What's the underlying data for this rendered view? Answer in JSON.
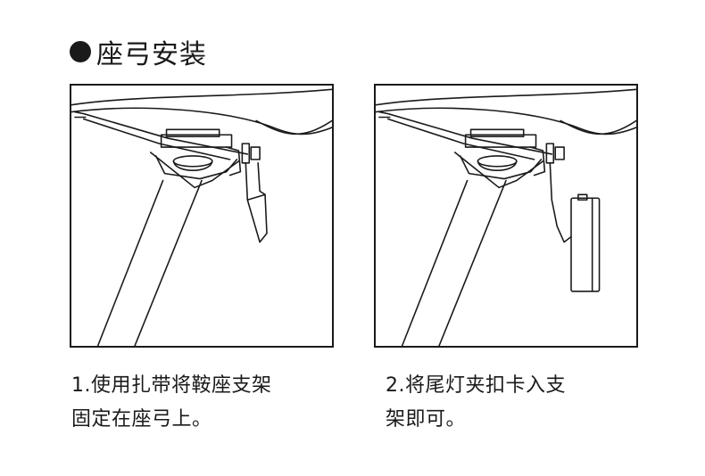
{
  "heading": {
    "text": "座弓安装"
  },
  "steps": [
    {
      "line1": "1.使用扎带将鞍座支架",
      "line2": "固定在座弓上。"
    },
    {
      "line1": "2.将尾灯夹扣卡入支",
      "line2": "架即可。"
    }
  ],
  "colors": {
    "ink": "#1a1a1a",
    "background": "#ffffff"
  }
}
